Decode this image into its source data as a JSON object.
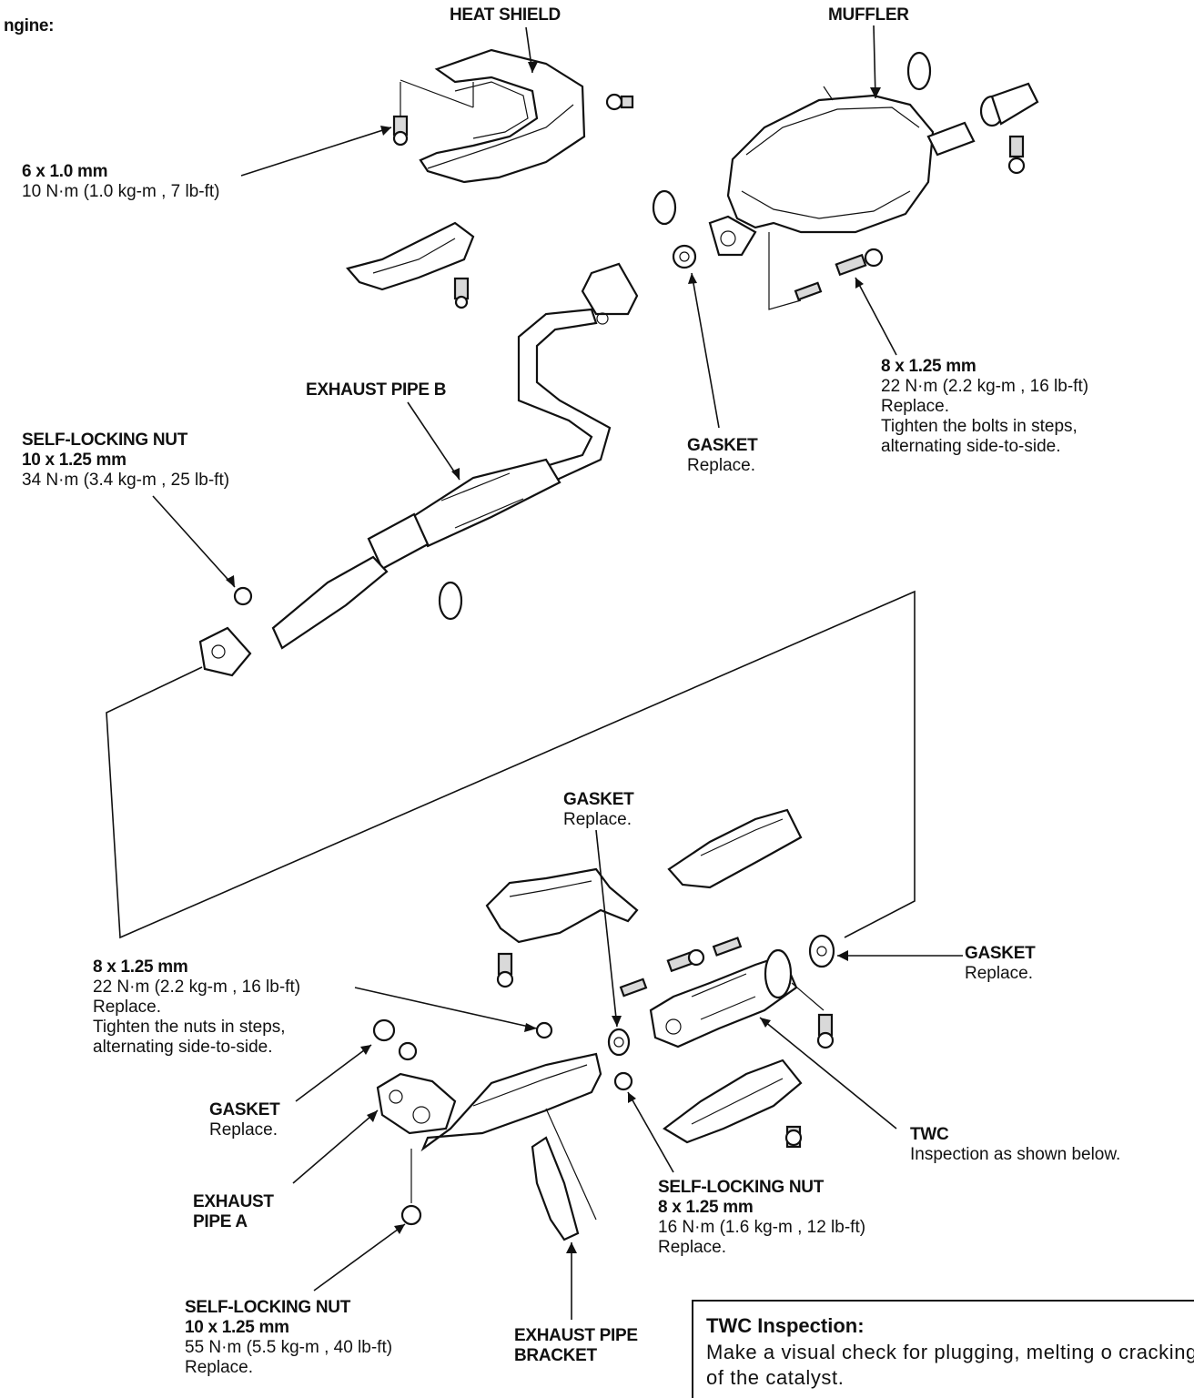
{
  "corner_text": "ngine:",
  "heat_shield": {
    "title": "HEAT SHIELD"
  },
  "muffler": {
    "title": "MUFFLER"
  },
  "bolt_6x1": {
    "size": "6 x 1.0 mm",
    "torque": "10  N·m (1.0  kg-m , 7  lb-ft)"
  },
  "bolt_8x125_top": {
    "size": "8 x 1.25 mm",
    "torque": "22  N·m (2.2  kg-m , 16  lb-ft)",
    "note1": "Replace.",
    "note2": "Tighten the bolts in steps,",
    "note3": "alternating side-to-side."
  },
  "exhaust_pipe_b": {
    "title": "EXHAUST PIPE B"
  },
  "self_locking_nut_top": {
    "title": "SELF-LOCKING NUT",
    "size": "10 x 1.25 mm",
    "torque": "34  N·m (3.4  kg-m , 25  lb-ft)"
  },
  "gasket_top": {
    "title": "GASKET",
    "note": "Replace."
  },
  "gasket_mid": {
    "title": "GASKET",
    "note": "Replace."
  },
  "gasket_right": {
    "title": "GASKET",
    "note": "Replace."
  },
  "gasket_left": {
    "title": "GASKET",
    "note": "Replace."
  },
  "nut_8x125_left": {
    "size": "8 x 1.25 mm",
    "torque": "22  N·m (2.2  kg-m , 16  lb-ft)",
    "note1": "Replace.",
    "note2": "Tighten the nuts in steps,",
    "note3": "alternating side-to-side."
  },
  "twc": {
    "title": "TWC",
    "note": "Inspection as shown below."
  },
  "exhaust_pipe_a": {
    "line1": "EXHAUST",
    "line2": "PIPE A"
  },
  "self_locking_nut_mid": {
    "title": "SELF-LOCKING NUT",
    "size": "8 x 1.25 mm",
    "torque": "16  N·m (1.6  kg-m , 12  lb-ft)",
    "note": "Replace."
  },
  "self_locking_nut_bottom": {
    "title": "SELF-LOCKING NUT",
    "size": "10 x 1.25 mm",
    "torque": "55  N·m (5.5  kg-m , 40  lb-ft)",
    "note": "Replace."
  },
  "exhaust_pipe_bracket": {
    "line1": "EXHAUST PIPE",
    "line2": "BRACKET"
  },
  "twc_inspection": {
    "heading": "TWC Inspection:",
    "text": "Make a visual check for plugging, melting o cracking of the catalyst."
  }
}
